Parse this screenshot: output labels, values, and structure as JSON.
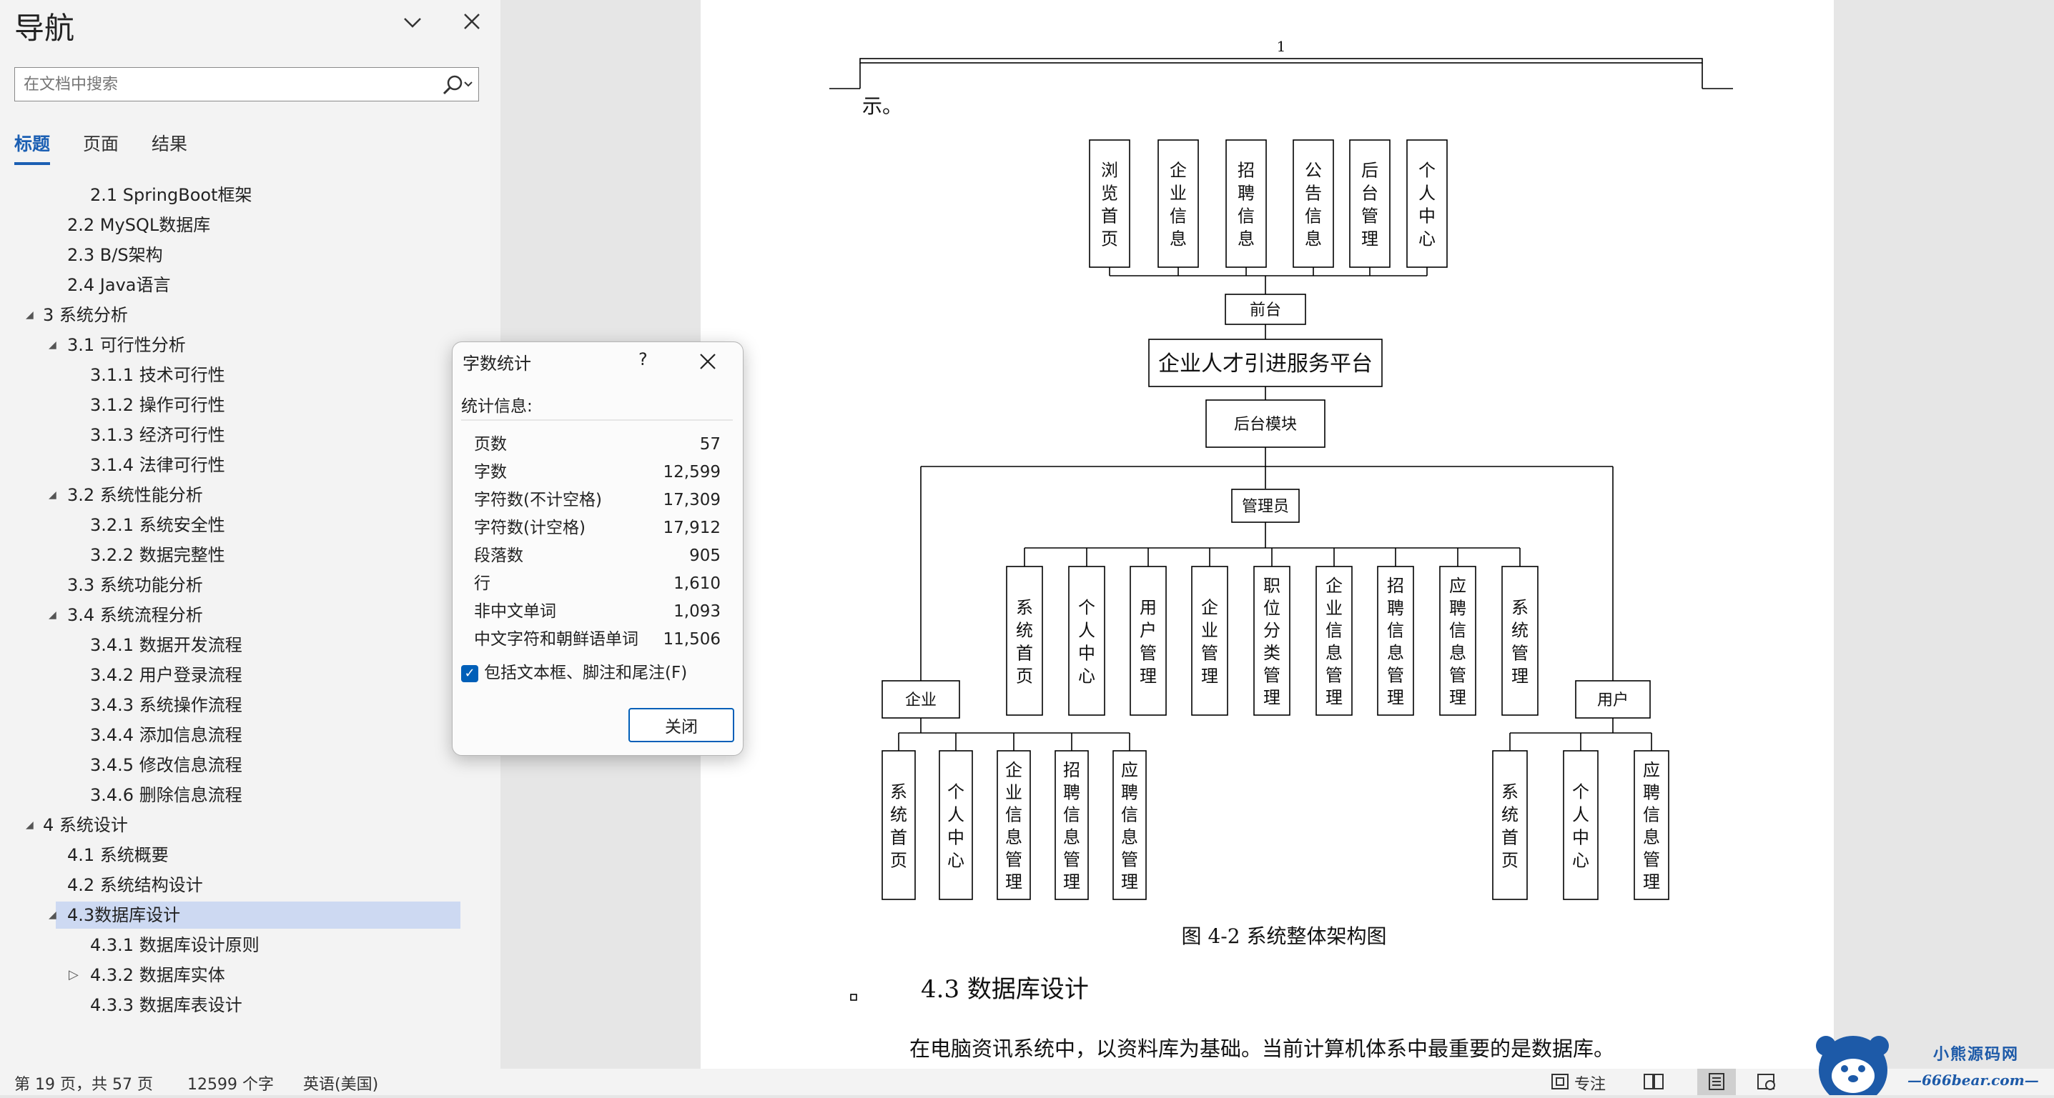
{
  "nav": {
    "title": "导航",
    "search_placeholder": "在文档中搜索",
    "tabs": [
      "标题",
      "页面",
      "结果"
    ],
    "items": [
      {
        "label": "2.1  SpringBoot框架",
        "level": 3,
        "arrow": ""
      },
      {
        "label": "2.2 MySQL数据库",
        "level": 2,
        "arrow": ""
      },
      {
        "label": "2.3 B/S架构",
        "level": 2,
        "arrow": ""
      },
      {
        "label": "2.4 Java语言",
        "level": 2,
        "arrow": ""
      },
      {
        "label": "3 系统分析",
        "level": 1,
        "arrow": "expanded"
      },
      {
        "label": "3.1 可行性分析",
        "level": 2,
        "arrow": "expanded"
      },
      {
        "label": "3.1.1 技术可行性",
        "level": 3,
        "arrow": ""
      },
      {
        "label": "3.1.2 操作可行性",
        "level": 3,
        "arrow": ""
      },
      {
        "label": "3.1.3 经济可行性",
        "level": 3,
        "arrow": ""
      },
      {
        "label": "3.1.4 法律可行性",
        "level": 3,
        "arrow": ""
      },
      {
        "label": "3.2 系统性能分析",
        "level": 2,
        "arrow": "expanded"
      },
      {
        "label": "3.2.1 系统安全性",
        "level": 3,
        "arrow": ""
      },
      {
        "label": "3.2.2 数据完整性",
        "level": 3,
        "arrow": ""
      },
      {
        "label": "3.3 系统功能分析",
        "level": 2,
        "arrow": ""
      },
      {
        "label": "3.4 系统流程分析",
        "level": 2,
        "arrow": "expanded"
      },
      {
        "label": "3.4.1 数据开发流程",
        "level": 3,
        "arrow": ""
      },
      {
        "label": "3.4.2 用户登录流程",
        "level": 3,
        "arrow": ""
      },
      {
        "label": "3.4.3 系统操作流程",
        "level": 3,
        "arrow": ""
      },
      {
        "label": "3.4.4 添加信息流程",
        "level": 3,
        "arrow": ""
      },
      {
        "label": "3.4.5 修改信息流程",
        "level": 3,
        "arrow": ""
      },
      {
        "label": "3.4.6 删除信息流程",
        "level": 3,
        "arrow": ""
      },
      {
        "label": "4 系统设计",
        "level": 1,
        "arrow": "expanded"
      },
      {
        "label": "4.1 系统概要",
        "level": 2,
        "arrow": ""
      },
      {
        "label": "4.2 系统结构设计",
        "level": 2,
        "arrow": ""
      },
      {
        "label": "4.3数据库设计",
        "level": 2,
        "arrow": "expanded",
        "selected": true
      },
      {
        "label": "4.3.1 数据库设计原则",
        "level": 3,
        "arrow": ""
      },
      {
        "label": "4.3.2 数据库实体",
        "level": 3,
        "arrow": "collapsed"
      },
      {
        "label": "4.3.3 数据库表设计",
        "level": 3,
        "arrow": ""
      }
    ]
  },
  "dialog": {
    "title": "字数统计",
    "help": "?",
    "section": "统计信息:",
    "stats": [
      {
        "label": "页数",
        "value": "57"
      },
      {
        "label": "字数",
        "value": "12,599"
      },
      {
        "label": "字符数(不计空格)",
        "value": "17,309"
      },
      {
        "label": "字符数(计空格)",
        "value": "17,912"
      },
      {
        "label": "段落数",
        "value": "905"
      },
      {
        "label": "行",
        "value": "1,610"
      },
      {
        "label": "非中文单词",
        "value": "1,093"
      },
      {
        "label": "中文字符和朝鲜语单词",
        "value": "11,506"
      }
    ],
    "checkbox_label": "包括文本框、脚注和尾注(F)",
    "checkbox_checked": true,
    "close_label": "关闭"
  },
  "document": {
    "page_number": "1",
    "top_fragment": "示。",
    "diagram": {
      "front_tops": [
        "浏览首页",
        "企业信息",
        "招聘信息",
        "公告信息",
        "后台管理",
        "个人中心"
      ],
      "front_label": "前台",
      "platform": "企业人才引进服务平台",
      "backend": "后台模块",
      "admin": "管理员",
      "admin_children": [
        "系统首页",
        "个人中心",
        "用户管理",
        "企业管理",
        "职位分类管理",
        "企业信息管理",
        "招聘信息管理",
        "应聘信息管理",
        "系统管理"
      ],
      "enterprise": "企业",
      "enterprise_children": [
        "系统首页",
        "个人中心",
        "企业信息管理",
        "招聘信息管理",
        "应聘信息管理"
      ],
      "user": "用户",
      "user_children": [
        "系统首页",
        "个人中心",
        "应聘信息管理"
      ]
    },
    "caption": "图 4-2  系统整体架构图",
    "heading": "4.3 数据库设计",
    "paragraph": "在电脑资讯系统中，以资料库为基础。当前计算机体系中最重要的是数据库。"
  },
  "status": {
    "page": "第 19 页，共 57 页",
    "words": "12599 个字",
    "lang": "英语(美国)",
    "focus": "专注"
  },
  "watermark": {
    "name": "小熊源码网",
    "url": "—666bear.com—"
  }
}
